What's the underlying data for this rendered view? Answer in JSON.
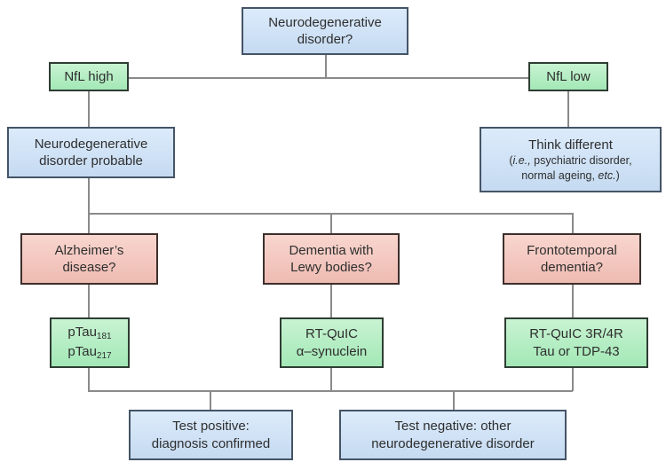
{
  "colors": {
    "blue_fill_top": "#dcebfb",
    "blue_fill_bottom": "#c5daf1",
    "blue_border": "#455466",
    "green_fill_top": "#c8f3d2",
    "green_fill_bottom": "#a3e8b6",
    "green_border": "#2e3d33",
    "pink_fill_top": "#f8d6cf",
    "pink_fill_bottom": "#eebbb2",
    "pink_border": "#3c2f2c",
    "connector": "#8a8a8a",
    "text": "#2e2e2e"
  },
  "nodes": {
    "root": {
      "lines": [
        "Neurodegenerative",
        "disorder?"
      ]
    },
    "nfl_high": {
      "label": "NfL high"
    },
    "nfl_low": {
      "label": "NfL low"
    },
    "ndd_probable": {
      "lines": [
        "Neurodegenerative",
        "disorder probable"
      ]
    },
    "think_different": {
      "title": "Think different",
      "paren_open": "(",
      "ie": "i.e.,",
      "line2_rest": " psychiatric disorder,",
      "line3_start": "normal ageing, ",
      "etc": "etc.",
      "paren_close": ")"
    },
    "alzheimers": {
      "lines": [
        "Alzheimer’s",
        "disease?"
      ]
    },
    "lewy": {
      "lines": [
        "Dementia with",
        "Lewy bodies?"
      ]
    },
    "frontotemporal": {
      "lines": [
        "Frontotemporal",
        "dementia?"
      ]
    },
    "ptau": {
      "base_1": "pTau",
      "sub_1": "181",
      "base_2": "pTau",
      "sub_2": "217"
    },
    "rtquic_synuclein": {
      "lines": [
        "RT-QuIC",
        "α–synuclein"
      ]
    },
    "rtquic_tau": {
      "lines": [
        "RT-QuIC 3R/4R",
        "Tau or TDP-43"
      ]
    },
    "test_positive": {
      "lines": [
        "Test positive:",
        "diagnosis confirmed"
      ]
    },
    "test_negative": {
      "lines": [
        "Test negative: other",
        "neurodegenerative disorder"
      ]
    }
  }
}
